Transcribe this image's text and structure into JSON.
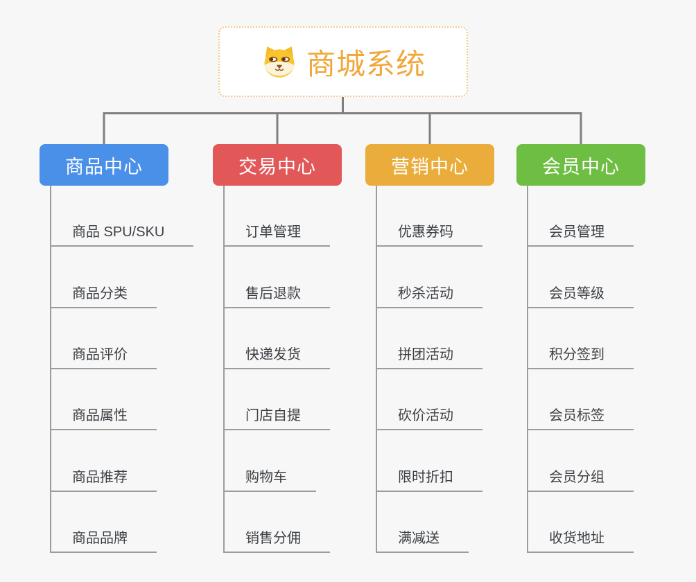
{
  "canvas": {
    "background": "#F7F7F7",
    "connector_color": "#7F7F7F",
    "child_line_color": "#9C9C9C"
  },
  "root": {
    "title": "商城系统",
    "title_color": "#F0A83C",
    "border_color": "#F2C98B",
    "icon": "shiba-dog-face"
  },
  "branches": [
    {
      "label": "商品中心",
      "color": "#4A90E8",
      "children": [
        "商品 SPU/SKU",
        "商品分类",
        "商品评价",
        "商品属性",
        "商品推荐",
        "商品品牌"
      ]
    },
    {
      "label": "交易中心",
      "color": "#E25757",
      "children": [
        "订单管理",
        "售后退款",
        "快递发货",
        "门店自提",
        "购物车",
        "销售分佣"
      ]
    },
    {
      "label": "营销中心",
      "color": "#EAAD3C",
      "children": [
        "优惠券码",
        "秒杀活动",
        "拼团活动",
        "砍价活动",
        "限时折扣",
        "满减送"
      ]
    },
    {
      "label": "会员中心",
      "color": "#6FBE44",
      "children": [
        "会员管理",
        "会员等级",
        "积分签到",
        "会员标签",
        "会员分组",
        "收货地址"
      ]
    }
  ]
}
